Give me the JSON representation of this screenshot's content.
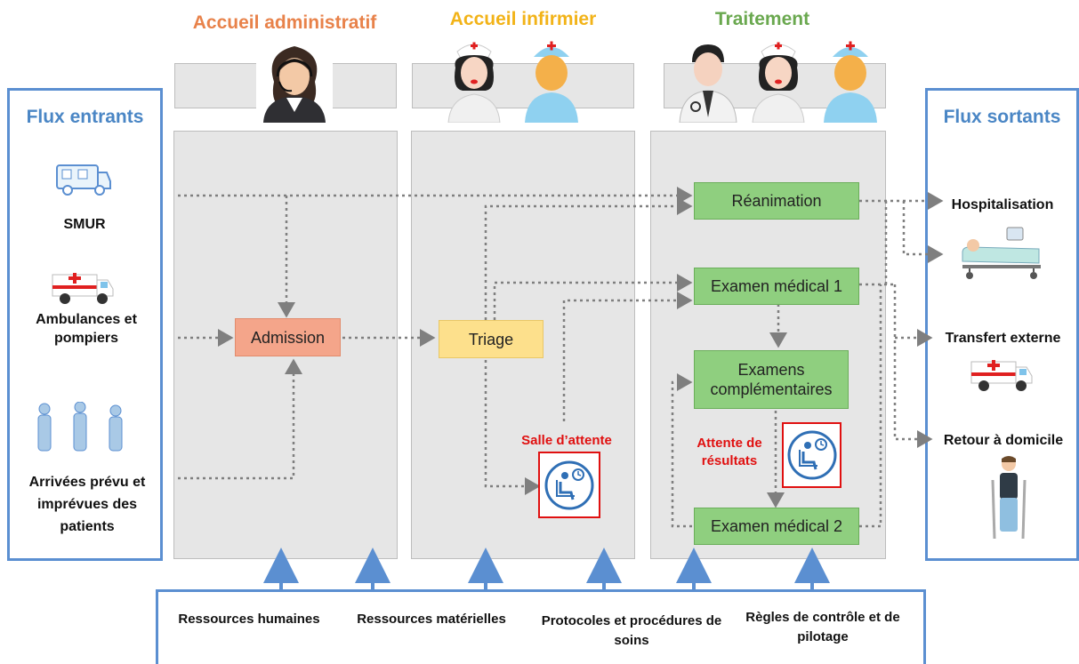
{
  "columns": {
    "admin": {
      "title": "Accueil administratif",
      "color": "#e8824a"
    },
    "nurse": {
      "title": "Accueil infirmier",
      "color": "#f2b318"
    },
    "treatment": {
      "title": "Traitement",
      "color": "#6aa84f"
    }
  },
  "inflow": {
    "title": "Flux entrants",
    "items": [
      "SMUR",
      "Ambulances et pompiers",
      "Arrivées prévu et imprévues des patients"
    ]
  },
  "outflow": {
    "title": "Flux sortants",
    "items": [
      "Hospitalisation",
      "Transfert externe",
      "Retour à domicile"
    ]
  },
  "nodes": {
    "admission": "Admission",
    "triage": "Triage",
    "reanimation": "Réanimation",
    "exam1": "Examen médical 1",
    "exams_comp": "Examens complémentaires",
    "exam2": "Examen médical 2"
  },
  "waiting": {
    "salle": "Salle d’attente",
    "results": "Attente de résultats"
  },
  "resources": [
    "Ressources humaines",
    "Ressources matérielles",
    "Protocoles et procédures de soins",
    "Règles de contrôle et de pilotage"
  ],
  "colors": {
    "flux_border": "#5b8fd1",
    "flux_title": "#4a86c5",
    "admission": "#f4a58a",
    "triage": "#fde08c",
    "green_node": "#8fcf7f",
    "alert_red": "#e01010",
    "arrow": "#7f7f7f",
    "resource_arrow": "#5b8fd1"
  }
}
